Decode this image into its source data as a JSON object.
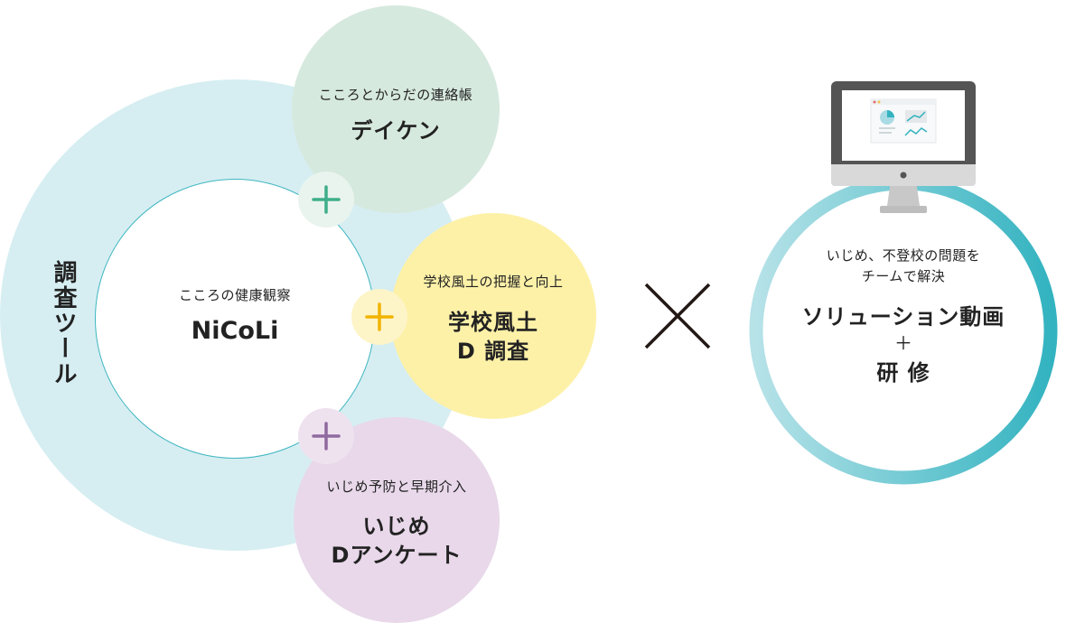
{
  "left_group": {
    "vertical_label": "調査ツール",
    "nicoli": {
      "subtitle": "こころの健康観察",
      "title": "NiCoLi"
    },
    "deiken": {
      "subtitle": "こころとからだの連絡帳",
      "title": "デイケン"
    },
    "culture": {
      "subtitle": "学校風土の把握と向上",
      "title_line1": "学校風土",
      "title_line2": "D 調査"
    },
    "ijime": {
      "subtitle": "いじめ予防と早期介入",
      "title_line1": "いじめ",
      "title_line2": "Dアンケート"
    }
  },
  "operator": "×",
  "right_group": {
    "subtitle_line1": "いじめ、不登校の問題を",
    "subtitle_line2": "チームで解決",
    "title_line1": "ソリューション動画",
    "plus": "＋",
    "title_line2": "研 修"
  },
  "colors": {
    "outer_circle": "#d6eef2",
    "nicoli_border": "#3fb6c0",
    "deiken": "#d6e9de",
    "culture": "#fdf1a8",
    "ijime": "#e8d8ea",
    "plus_green": "#3fae8a",
    "plus_yellow": "#f1b300",
    "plus_purple": "#8f6a9f",
    "ring_start": "#b6e2e8",
    "ring_end": "#33b3c0",
    "monitor": "#555555"
  }
}
